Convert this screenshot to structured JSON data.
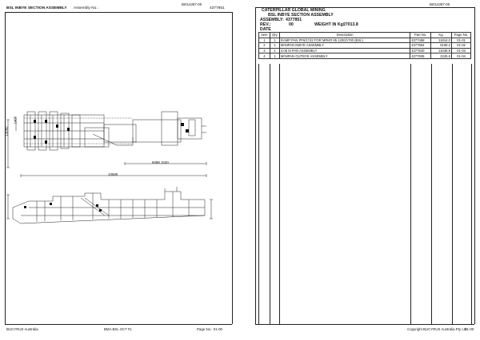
{
  "left": {
    "header_title": "BSL INBYE SECTION ASSEMBLY",
    "header_assembly_label": "Assembly No.:",
    "header_doc_code": "BI014287-00",
    "header_assembly_no": "4377851",
    "dims": {
      "height_dim": "13050",
      "inner_dim": "1400",
      "length_main": "6098 1530",
      "length_total": "10580"
    },
    "footer_company": "BUCYRUS Australia",
    "footer_ref": "BMA BSL SCT #1",
    "footer_page": "Page No.: 01-00"
  },
  "right": {
    "header_doc_code": "BI014287-00",
    "company": "CATERPILLAR GLOBAL MINING",
    "section_title": "BSL INBYE SECTION ASSEMBLY",
    "assembly_label": "ASSEMBLY:",
    "assembly_no": "4377851",
    "rev_label": "REV.:",
    "rev_value": "00",
    "weight_label": "WEIGHT IN Kg:",
    "weight_value": "27013.8",
    "date_label": "DATE",
    "columns": [
      "Item",
      "Qty",
      "Description",
      "Part No.",
      "Kg.",
      "Page No."
    ],
    "rows": [
      {
        "item": "1",
        "qty": "1",
        "description": "RAMP PAN PF6/1742 FOR MRKR 85.1200/1700 (BSL)",
        "part": "4377458",
        "kg": "11814.0",
        "page": "01-01"
      },
      {
        "item": "2",
        "qty": "1",
        "description": "MINIPAN INBYE ASSEMBLY",
        "part": "4377654",
        "kg": "5108.2",
        "page": "01-02"
      },
      {
        "item": "3",
        "qty": "1",
        "description": "4.05 M PAN ASSEMBLY",
        "part": "4377640",
        "kg": "11048.8",
        "page": "01-03"
      },
      {
        "item": "4",
        "qty": "1",
        "description": "MINIPAN OUTBYE ASSEMBLY",
        "part": "4377836",
        "kg": "2245.6",
        "page": "01-04"
      }
    ],
    "footer_copyright": "Copyright BUCYRUS Australia Pty Ltd",
    "footer_page": "01-00"
  }
}
